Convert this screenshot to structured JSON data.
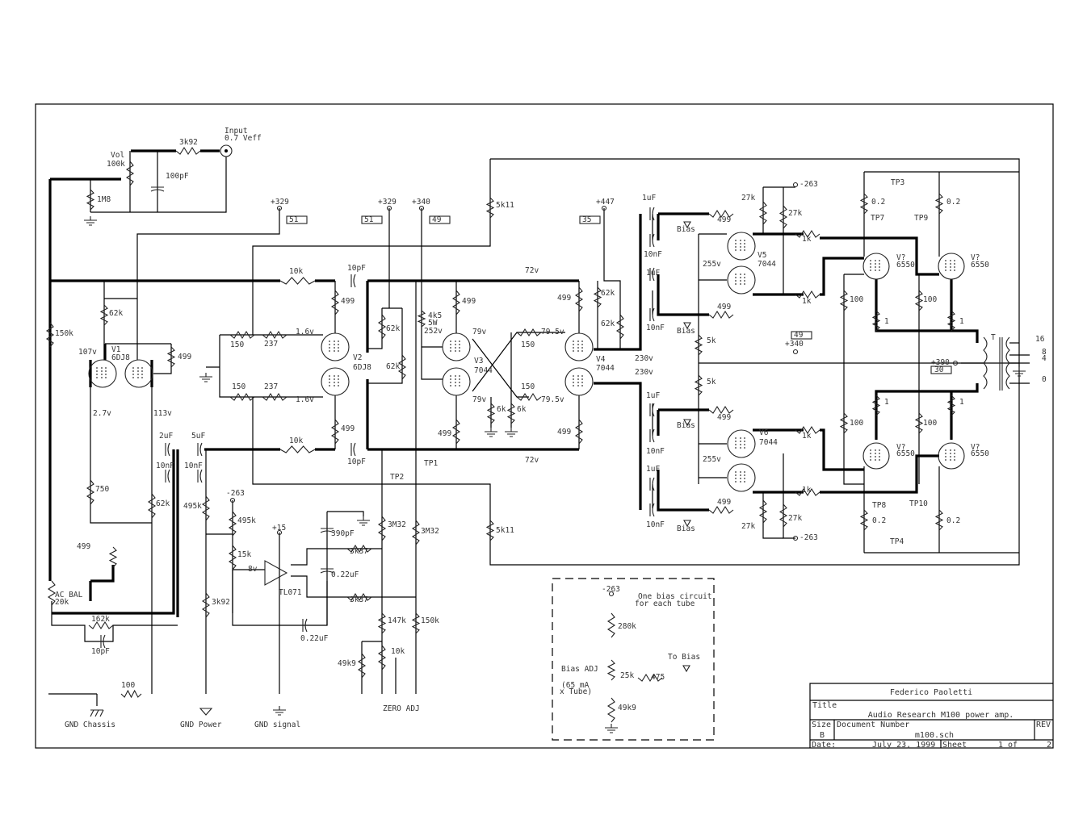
{
  "title_block": {
    "author": "Federico Paoletti",
    "title_label": "Title",
    "title": "Audio Research M100 power amp.",
    "size_label": "Size",
    "size": "B",
    "doc_label": "Document Number",
    "doc": "m100.sch",
    "rev_label": "REV",
    "date_label": "Date:",
    "date": "July 23, 1999",
    "sheet_label": "Sheet",
    "sheet": "1 of",
    "sheet_total": "2"
  },
  "input_stage": [
    "Input",
    "0.7 Veff",
    "3k92",
    "Vol",
    "100k",
    "100pF",
    "1M8",
    "62k",
    "150k",
    "107v",
    "V1",
    "6DJ8",
    "499",
    "2.7v",
    "113v",
    "2uF",
    "5uF",
    "10nF",
    "10nF",
    "750",
    "62k",
    "495k",
    "499",
    "AC BAL",
    "20k",
    "162k",
    "10pF"
  ],
  "supply_tags": [
    "+329",
    "51",
    "+329",
    "51",
    "+340",
    "49",
    "5k11",
    "+447",
    "35",
    "5k11"
  ],
  "driver_stage": [
    "10k",
    "10pF",
    "72v",
    "499",
    "62k",
    "62k",
    "150",
    "237",
    "1.6v",
    "V2",
    "6DJ8",
    "150",
    "237",
    "1.6v",
    "499",
    "10k",
    "10pF",
    "72v",
    "TP1",
    "TP2"
  ],
  "phase_splitter": [
    "4k5",
    "5W",
    "252v",
    "499",
    "79v",
    "150",
    "79.5v",
    "V3",
    "7044",
    "79v",
    "6k",
    "6k",
    "150",
    "79.5v",
    "499",
    "499",
    "62k",
    "62k",
    "V4",
    "7044",
    "499",
    "230v",
    "230v"
  ],
  "servo": [
    "-263",
    "495k",
    "+15",
    "15k",
    "8v",
    "TL071",
    "390pF",
    "3k37",
    "0.22uF",
    "3k37",
    "0.22uF",
    "3M32",
    "3M32",
    "3k92",
    "147k",
    "150k",
    "10k",
    "49k9",
    "100",
    "ZERO ADJ"
  ],
  "grounds": [
    "GND Chassis",
    "GND Power",
    "GND signal"
  ],
  "bias_drivers": [
    "1uF",
    "10nF",
    "Bias",
    "499",
    "27k",
    "-263",
    "27k",
    "1k",
    "V5",
    "7044",
    "255v",
    "1uF",
    "499",
    "1k",
    "10nF",
    "Bias",
    "5k",
    "49",
    "+340",
    "5k",
    "1uF",
    "Bias",
    "499",
    "1k",
    "10nF",
    "V6",
    "7044",
    "255v",
    "1uF",
    "499",
    "1k",
    "10nF",
    "Bias",
    "27k",
    "27k",
    "-263"
  ],
  "output_stage": [
    "TP3",
    "0.2",
    "TP7",
    "0.2",
    "TP9",
    "V?",
    "6550",
    "V?",
    "6550",
    "100",
    "100",
    "1",
    "1",
    "T",
    "16",
    "8",
    "4",
    "0",
    "+390",
    "30",
    "1",
    "1",
    "100",
    "100",
    "V?",
    "6550",
    "V?",
    "6550",
    "TP8",
    "0.2",
    "TP10",
    "0.2",
    "TP4"
  ],
  "bias_circuit": [
    "-263",
    "One bias circuit",
    "for each tube",
    "280k",
    "To Bias",
    "Bias ADJ",
    "25k",
    "475",
    "(65 mA",
    "x Tube)",
    "49k9"
  ]
}
